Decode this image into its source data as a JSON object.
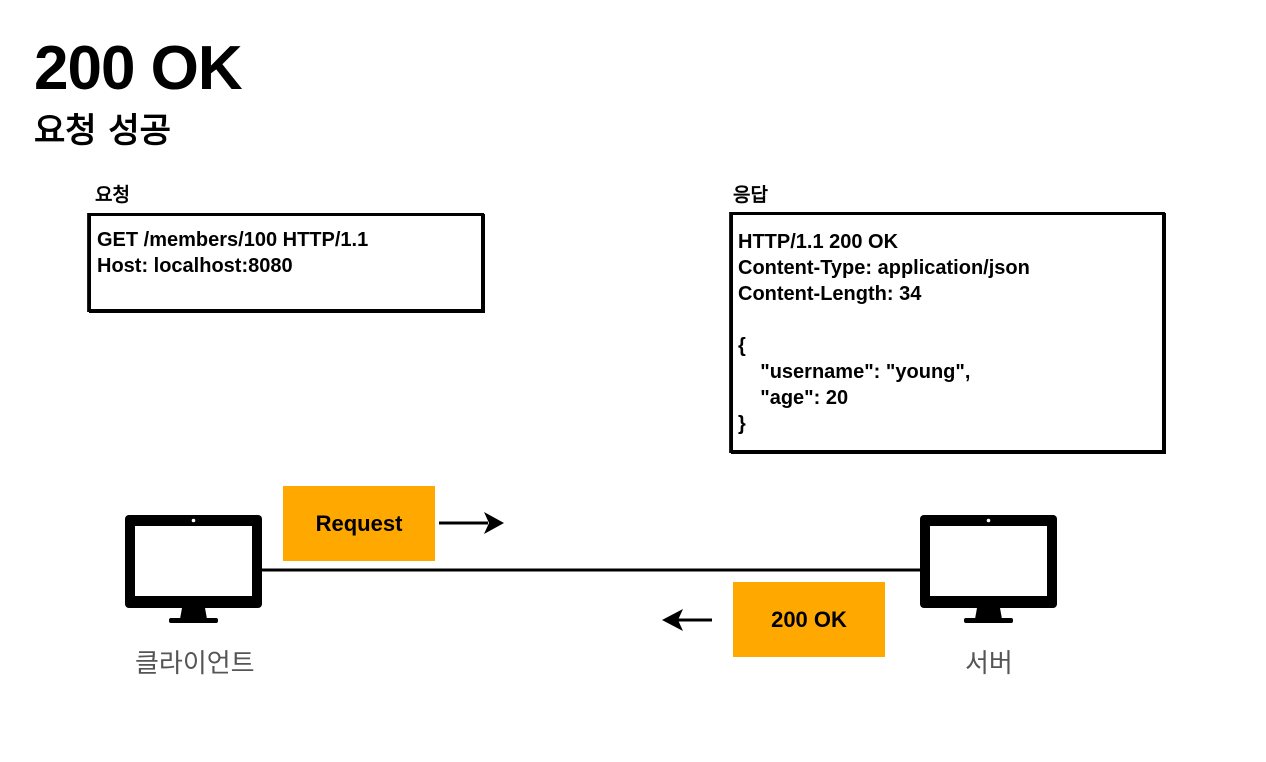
{
  "title": "200 OK",
  "subtitle": "요청 성공",
  "request": {
    "label": "요청",
    "lines": [
      "GET /members/100 HTTP/1.1",
      "Host: localhost:8080"
    ]
  },
  "response": {
    "label": "응답",
    "lines": [
      "HTTP/1.1 200 OK",
      "Content-Type: application/json",
      "Content-Length: 34",
      "",
      "{",
      "    \"username\": \"young\",",
      "    \"age\": 20",
      "}"
    ]
  },
  "client": {
    "label": "클라이언트"
  },
  "server": {
    "label": "서버"
  },
  "messages": {
    "request": "Request",
    "response": "200 OK"
  },
  "colors": {
    "message_fill": "#ffa800",
    "device_label": "#555555",
    "stroke": "#000000"
  }
}
